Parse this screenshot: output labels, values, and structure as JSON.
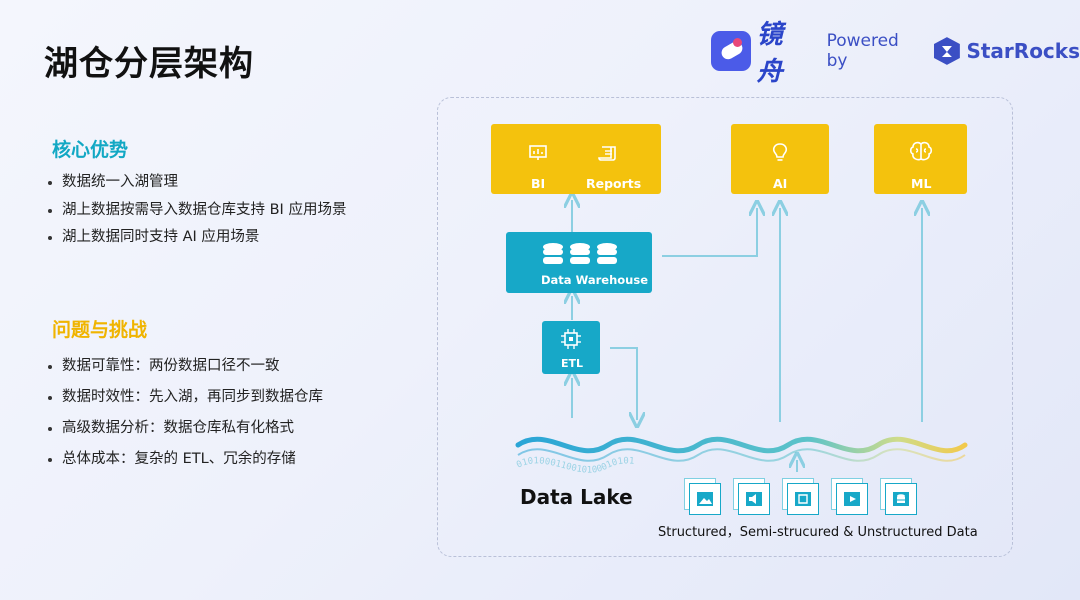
{
  "title": "湖仓分层架构",
  "brand": {
    "name": "镜舟",
    "powered_by": "Powered by",
    "partner": "StarRocks"
  },
  "advantages": {
    "heading": "核心优势",
    "items": [
      "数据统一入湖管理",
      "湖上数据按需导入数据仓库支持 BI 应用场景",
      "湖上数据同时支持 AI 应用场景"
    ]
  },
  "challenges": {
    "heading": "问题与挑战",
    "items": [
      "数据可靠性：两份数据口径不一致",
      "数据时效性：先入湖，再同步到数据仓库",
      "高级数据分析：数据仓库私有化格式",
      "总体成本：复杂的 ETL、冗余的存储"
    ]
  },
  "diagram": {
    "bi": "BI",
    "reports": "Reports",
    "ai": "AI",
    "ml": "ML",
    "warehouse": "Data Warehouse",
    "etl": "ETL",
    "lake": "Data Lake",
    "binary_text": "0101000110010100010101",
    "data_types": "Structured，Semi-strucured & Unstructured Data",
    "colors": {
      "yellow": "#f4c20d",
      "teal": "#17a8c8",
      "arrow": "#8ccfe2"
    }
  }
}
